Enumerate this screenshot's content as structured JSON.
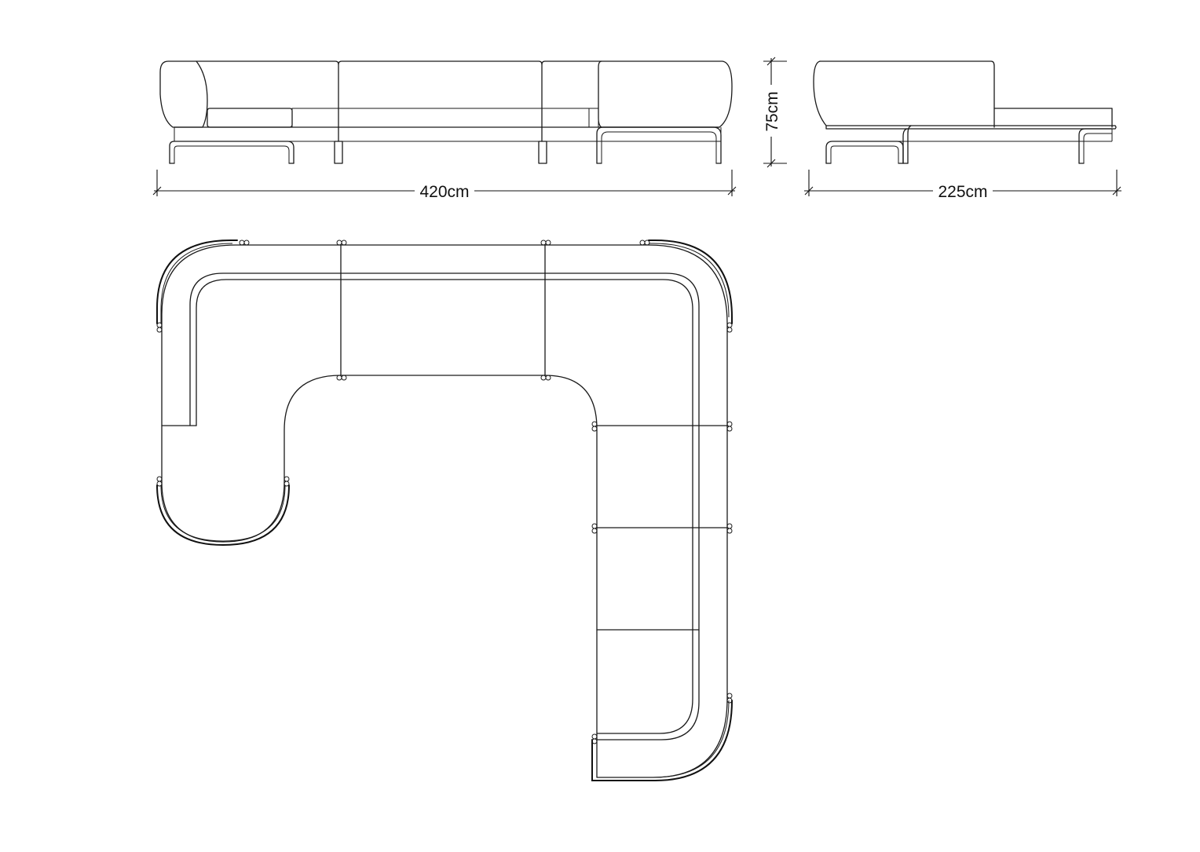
{
  "dimensions": {
    "width_label": "420cm",
    "height_label": "75cm",
    "depth_label": "225cm"
  },
  "views": [
    "front-elevation",
    "side-elevation",
    "plan"
  ],
  "colors": {
    "line": "#1a1a1a",
    "background": "#ffffff"
  }
}
